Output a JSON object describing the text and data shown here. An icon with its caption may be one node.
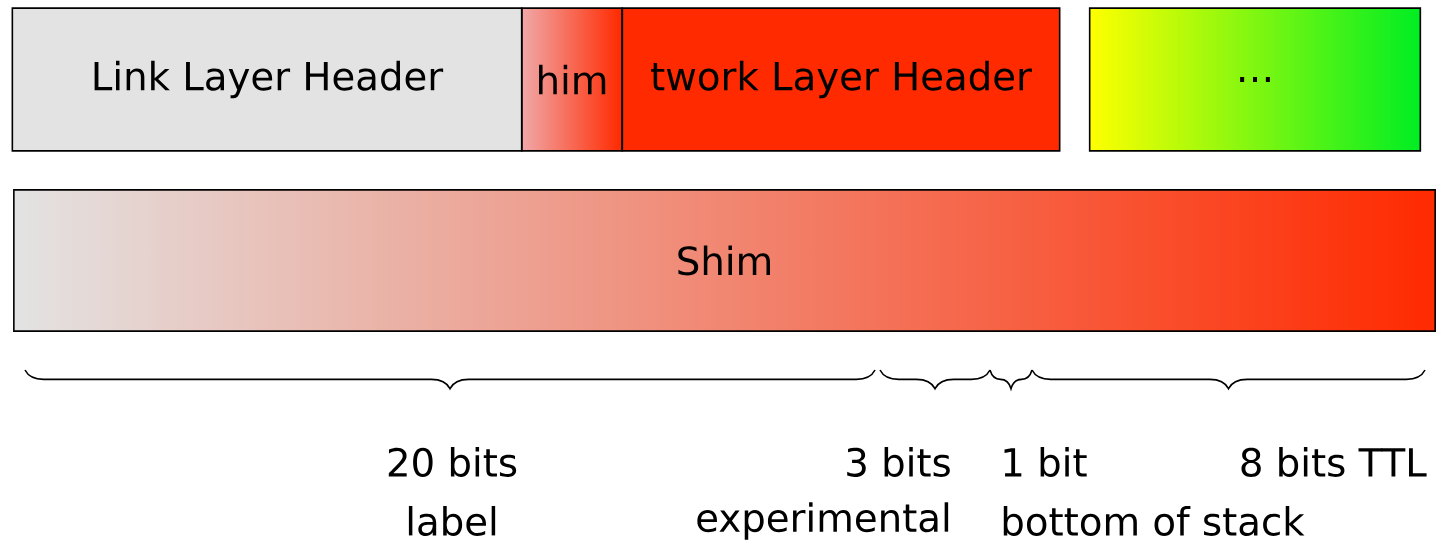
{
  "diagram": {
    "nodes": [
      {
        "text": [
          "Link Layer Header"
        ]
      },
      {
        "text": [
          "him"
        ]
      },
      {
        "text": [
          "twork Layer Header"
        ]
      },
      {
        "text": [
          "…"
        ]
      },
      {
        "text": [
          "Shim"
        ]
      }
    ],
    "labels": [
      "20 bits",
      "label",
      "3 bits",
      "experimental",
      "1 bit",
      "bottom of stack",
      "8 bits TTL"
    ]
  }
}
